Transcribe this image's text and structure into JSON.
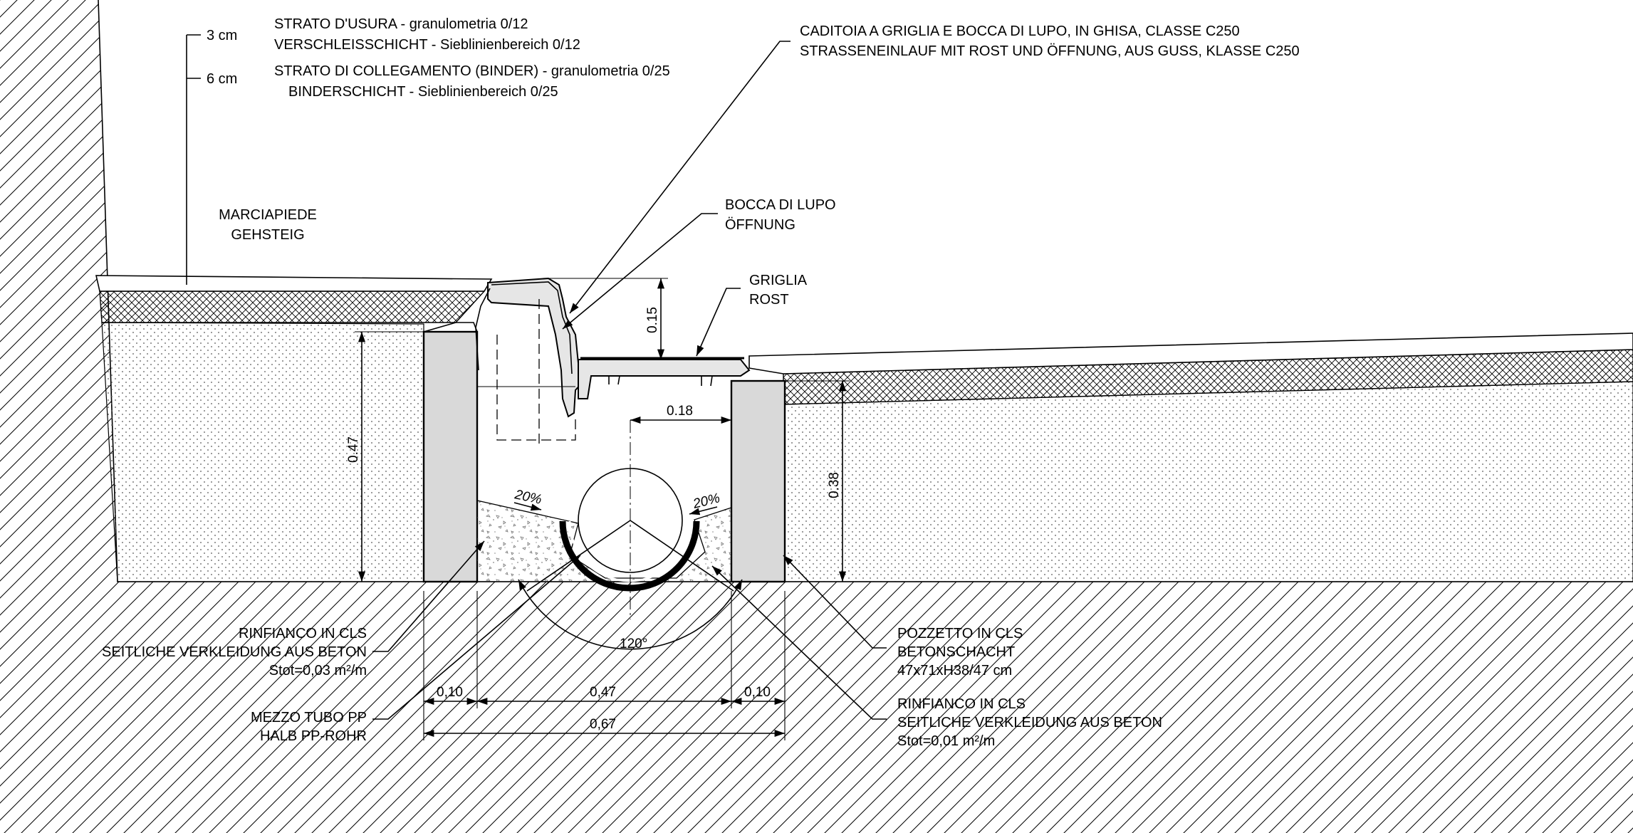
{
  "layers": {
    "wearing": {
      "thickness": "3 cm",
      "line_it": "STRATO D'USURA - granulometria 0/12",
      "line_de": "VERSCHLEISSCHICHT - Sieblinienbereich 0/12"
    },
    "binder": {
      "thickness": "6 cm",
      "line_it": "STRATO DI COLLEGAMENTO (BINDER) - granulometria 0/25",
      "line_de": "BINDERSCHICHT - Sieblinienbereich 0/25"
    }
  },
  "sidewalk": {
    "it": "MARCIAPIEDE",
    "de": "GEHSTEIG"
  },
  "inlet": {
    "it": "CADITOIA A GRIGLIA E BOCCA DI LUPO, IN GHISA, CLASSE C250",
    "de": "STRASSENEINLAUF MIT ROST UND ÖFFNUNG, AUS GUSS, KLASSE C250"
  },
  "opening": {
    "it": "BOCCA DI LUPO",
    "de": "ÖFFNUNG"
  },
  "grate": {
    "it": "GRIGLIA",
    "de": "ROST"
  },
  "side_fill_left": {
    "it": "RINFIANCO IN CLS",
    "de": "SEITLICHE VERKLEIDUNG AUS BETON",
    "area": "Stot=0,03 m²/m"
  },
  "half_pipe": {
    "it": "MEZZO TUBO PP",
    "de": "HALB PP-ROHR"
  },
  "manhole": {
    "it": "POZZETTO IN CLS",
    "de": "BETONSCHACHT",
    "size": "47x71xH38/47 cm"
  },
  "side_fill_right": {
    "it": "RINFIANCO IN CLS",
    "de": "SEITLICHE VERKLEIDUNG AUS BETON",
    "area": "Stot=0,01 m²/m"
  },
  "dimensions": {
    "height_left": "0.47",
    "height_right": "0.38",
    "opening_height": "0.15",
    "inner_offset": "0.18",
    "wall_left": "0,10",
    "inner_width": "0,47",
    "wall_right": "0,10",
    "total_width": "0,67",
    "angle": "120°",
    "slope_left": "20%",
    "slope_right": "20%"
  },
  "colors": {
    "concrete_wall": "#d9d9d9",
    "line": "#000000",
    "background": "#ffffff"
  }
}
